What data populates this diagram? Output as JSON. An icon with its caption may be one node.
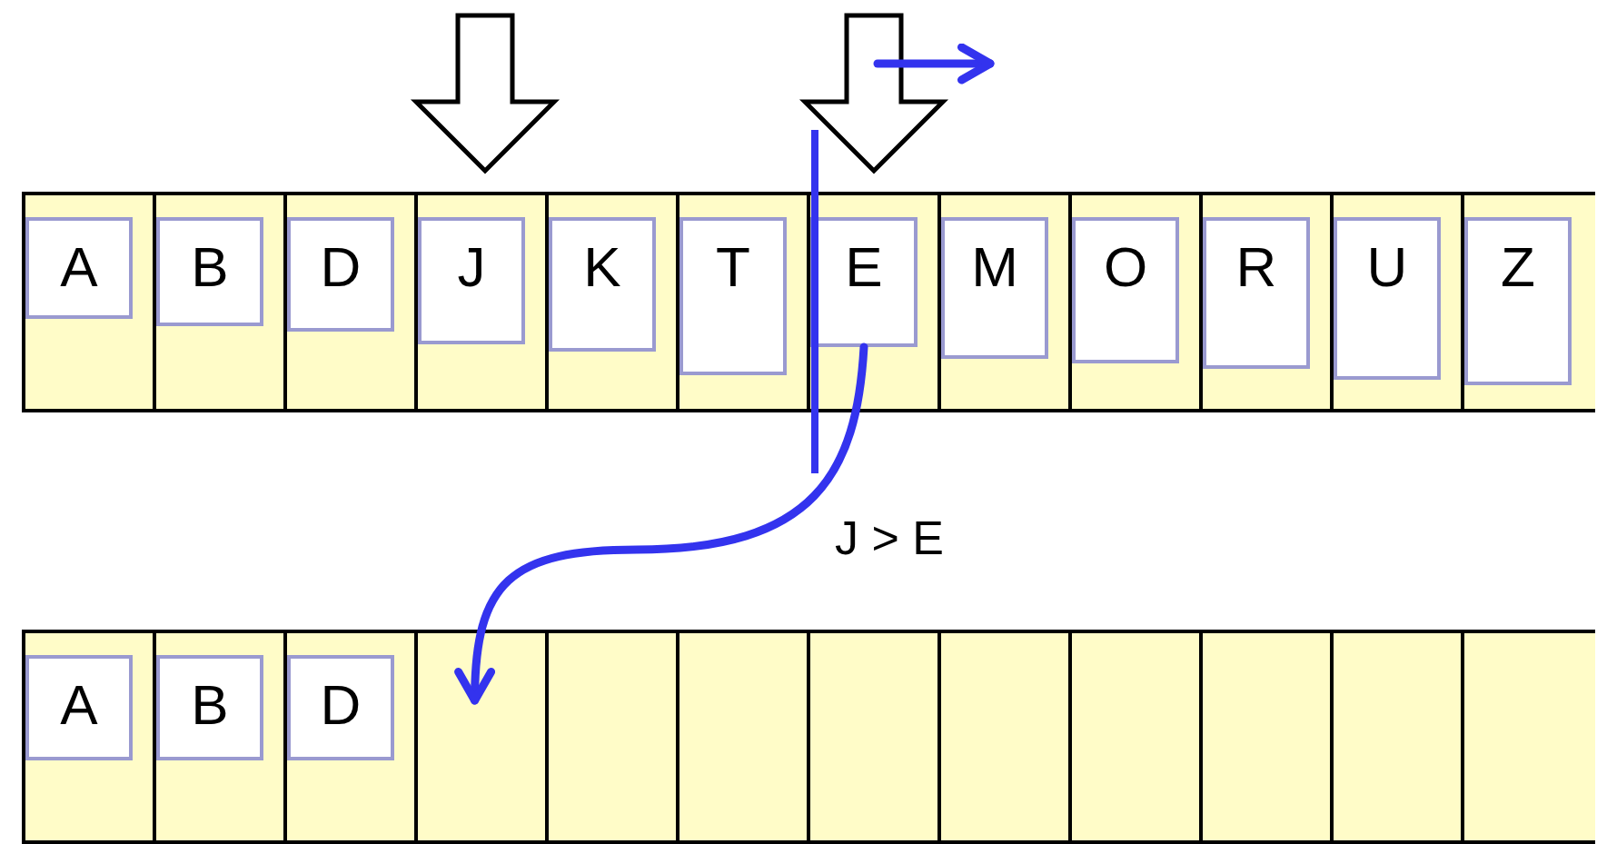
{
  "diagram": {
    "nodes": [
      {
        "text": [],
        "shape": "box"
      },
      {
        "text": [],
        "shape": "box"
      },
      {
        "text": [],
        "shape": "box"
      },
      {
        "text": [],
        "shape": "box"
      },
      {
        "text": [],
        "shape": "box"
      },
      {
        "text": [],
        "shape": "box"
      },
      {
        "text": [],
        "shape": "box"
      },
      {
        "text": [],
        "shape": "box"
      },
      {
        "text": [],
        "shape": "box"
      },
      {
        "text": [],
        "shape": "box"
      },
      {
        "text": [],
        "shape": "box"
      },
      {
        "text": [],
        "shape": "box"
      },
      {
        "text": [
          "A"
        ],
        "in": 0
      },
      {
        "text": [
          "B"
        ],
        "in": 1
      },
      {
        "text": [
          "D"
        ],
        "in": 2
      },
      {
        "text": [
          "J"
        ],
        "in": 3
      },
      {
        "text": [
          "K"
        ],
        "in": 4
      },
      {
        "text": [
          "T"
        ],
        "in": 5
      },
      {
        "text": [
          "E"
        ],
        "in": 6
      },
      {
        "text": [
          "M"
        ],
        "in": 7
      },
      {
        "text": [
          "O"
        ],
        "in": 8
      },
      {
        "text": [
          "R"
        ],
        "in": 9
      },
      {
        "text": [
          "U"
        ],
        "in": 10
      },
      {
        "text": [
          "Z"
        ],
        "in": 11
      },
      {
        "text": [],
        "shape": "box"
      },
      {
        "text": [],
        "shape": "box"
      },
      {
        "text": [],
        "shape": "box"
      },
      {
        "text": [],
        "shape": "box"
      },
      {
        "text": [],
        "shape": "box"
      },
      {
        "text": [],
        "shape": "box"
      },
      {
        "text": [],
        "shape": "box"
      },
      {
        "text": [],
        "shape": "box"
      },
      {
        "text": [],
        "shape": "box"
      },
      {
        "text": [],
        "shape": "box"
      },
      {
        "text": [],
        "shape": "box"
      },
      {
        "text": [],
        "shape": "box"
      },
      {
        "text": [
          "A"
        ],
        "in": 24
      },
      {
        "text": [
          "B"
        ],
        "in": 25
      },
      {
        "text": [
          "D"
        ],
        "in": 26
      }
    ],
    "edges": [
      {
        "from": 18,
        "to": 27,
        "arrow": "to"
      }
    ],
    "labels": [
      "J > E"
    ]
  }
}
